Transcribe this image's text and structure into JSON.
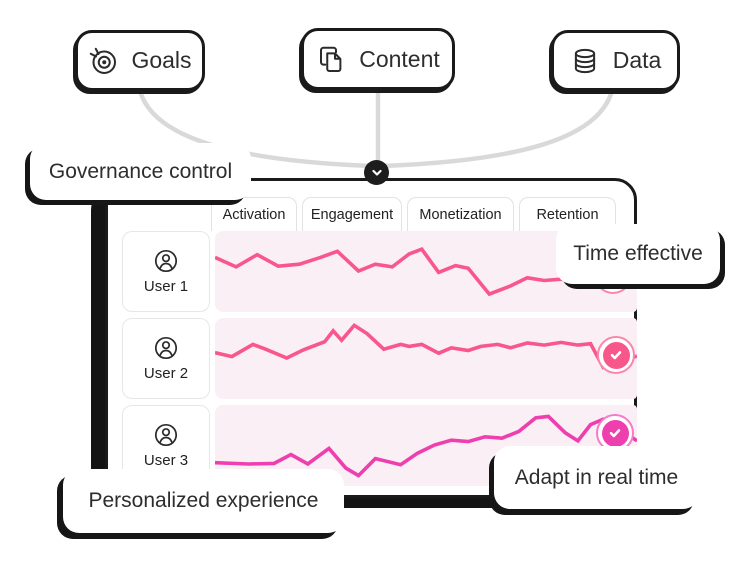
{
  "input_pills": [
    {
      "label": "Goals",
      "icon": "target-icon"
    },
    {
      "label": "Content",
      "icon": "copy-pages-icon"
    },
    {
      "label": "Data",
      "icon": "database-icon"
    }
  ],
  "callouts": {
    "governance_control": "Governance control",
    "time_effective": "Time effective",
    "adapt_real_time": "Adapt in real time",
    "personalized_experience": "Personalized experience"
  },
  "dashboard": {
    "tabs": [
      {
        "label": "Activation"
      },
      {
        "label": "Engagement"
      },
      {
        "label": "Monetization"
      },
      {
        "label": "Retention"
      }
    ],
    "users": [
      {
        "label": "User 1",
        "icon": "user-icon",
        "checked": true
      },
      {
        "label": "User 2",
        "icon": "user-icon",
        "checked": true
      },
      {
        "label": "User 3",
        "icon": "user-icon",
        "checked": true
      }
    ]
  },
  "colors": {
    "rose": "#F8578C",
    "magenta": "#EE3FAF",
    "panel_pink": "#FBEFF6",
    "ink": "#1A1A1A",
    "text": "#2D2D2D",
    "connector_gray": "#D9D9D9"
  },
  "chart_data": {
    "type": "line",
    "title": "",
    "xlabel": "",
    "ylabel": "",
    "x_range": [
      0,
      100
    ],
    "y_range": [
      0,
      100
    ],
    "grid": false,
    "legend": "none",
    "note": "Decorative unlabeled per-user metric sparklines; y is % from top of row",
    "series": [
      {
        "name": "User 1",
        "color_key": "rose",
        "points": [
          [
            0,
            30
          ],
          [
            5,
            44
          ],
          [
            10,
            26
          ],
          [
            15,
            43
          ],
          [
            20,
            40
          ],
          [
            25,
            30
          ],
          [
            29,
            21
          ],
          [
            34,
            50
          ],
          [
            38,
            40
          ],
          [
            42,
            44
          ],
          [
            46,
            25
          ],
          [
            49,
            18
          ],
          [
            53,
            52
          ],
          [
            57,
            42
          ],
          [
            60,
            46
          ],
          [
            65,
            84
          ],
          [
            70,
            72
          ],
          [
            74,
            60
          ],
          [
            78,
            64
          ],
          [
            82,
            62
          ],
          [
            86,
            64
          ],
          [
            90,
            58
          ],
          [
            94,
            64
          ],
          [
            100,
            72
          ]
        ]
      },
      {
        "name": "User 2",
        "color_key": "rose",
        "points": [
          [
            0,
            42
          ],
          [
            4,
            48
          ],
          [
            9,
            30
          ],
          [
            12,
            37
          ],
          [
            17,
            50
          ],
          [
            21,
            38
          ],
          [
            26,
            26
          ],
          [
            28,
            10
          ],
          [
            30,
            24
          ],
          [
            33,
            2
          ],
          [
            36,
            14
          ],
          [
            40,
            37
          ],
          [
            44,
            30
          ],
          [
            46,
            33
          ],
          [
            49,
            30
          ],
          [
            53,
            43
          ],
          [
            56,
            35
          ],
          [
            60,
            39
          ],
          [
            63,
            33
          ],
          [
            67,
            30
          ],
          [
            70,
            35
          ],
          [
            74,
            28
          ],
          [
            78,
            31
          ],
          [
            82,
            27
          ],
          [
            86,
            31
          ],
          [
            89,
            29
          ],
          [
            92,
            64
          ],
          [
            96,
            56
          ],
          [
            100,
            47
          ]
        ]
      },
      {
        "name": "User 3",
        "color_key": "magenta",
        "points": [
          [
            0,
            76
          ],
          [
            8,
            78
          ],
          [
            14,
            77
          ],
          [
            18,
            64
          ],
          [
            22,
            78
          ],
          [
            27,
            55
          ],
          [
            31,
            84
          ],
          [
            34,
            95
          ],
          [
            38,
            70
          ],
          [
            44,
            79
          ],
          [
            48,
            62
          ],
          [
            52,
            50
          ],
          [
            56,
            43
          ],
          [
            60,
            45
          ],
          [
            64,
            38
          ],
          [
            68,
            40
          ],
          [
            72,
            30
          ],
          [
            76,
            10
          ],
          [
            79,
            8
          ],
          [
            83,
            32
          ],
          [
            86,
            44
          ],
          [
            89,
            20
          ],
          [
            92,
            12
          ],
          [
            95,
            22
          ],
          [
            100,
            44
          ]
        ]
      }
    ]
  }
}
